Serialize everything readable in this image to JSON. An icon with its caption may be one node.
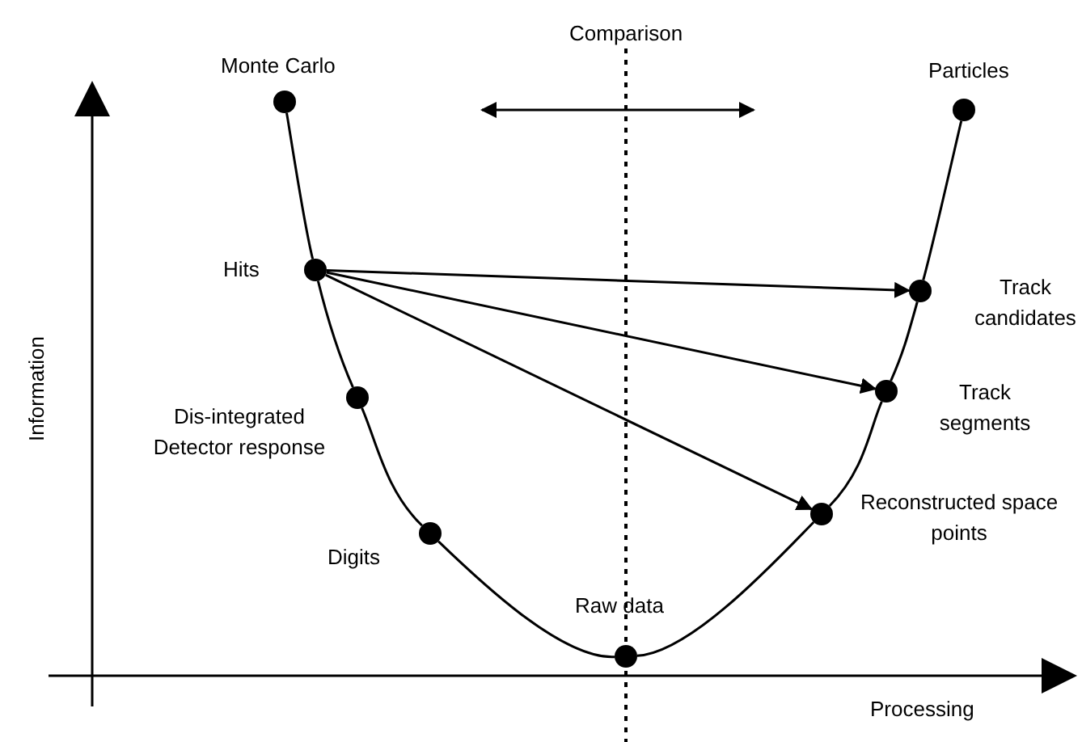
{
  "diagram": {
    "nodes": [
      {
        "text": [],
        "shape": "circle",
        "beside": [
          "Monte Carlo"
        ]
      },
      {
        "text": [],
        "shape": "circle",
        "beside": [
          "Hits"
        ]
      },
      {
        "text": [],
        "shape": "circle",
        "beside": [
          "Dis-integrated Detector response"
        ]
      },
      {
        "text": [],
        "shape": "circle",
        "beside": [
          "Digits"
        ]
      },
      {
        "text": [],
        "shape": "circle",
        "beside": [
          "Raw data"
        ]
      },
      {
        "text": [],
        "shape": "circle",
        "beside": [
          "Reconstructed space points"
        ]
      },
      {
        "text": [],
        "shape": "circle",
        "beside": [
          "Track segments"
        ]
      },
      {
        "text": [],
        "shape": "circle",
        "beside": [
          "Track candidates"
        ]
      },
      {
        "text": [],
        "shape": "circle",
        "beside": [
          "Particles"
        ]
      }
    ],
    "edges": [
      {
        "from": 0,
        "to": 1,
        "arrow": "none"
      },
      {
        "from": 1,
        "to": 2,
        "arrow": "none"
      },
      {
        "from": 2,
        "to": 3,
        "arrow": "none"
      },
      {
        "from": 3,
        "to": 4,
        "arrow": "none"
      },
      {
        "from": 4,
        "to": 5,
        "arrow": "none"
      },
      {
        "from": 5,
        "to": 6,
        "arrow": "none"
      },
      {
        "from": 6,
        "to": 7,
        "arrow": "none"
      },
      {
        "from": 7,
        "to": 8,
        "arrow": "none"
      },
      {
        "from": 1,
        "to": 7,
        "arrow": "to"
      },
      {
        "from": 1,
        "to": 6,
        "arrow": "to"
      },
      {
        "from": 1,
        "to": 5,
        "arrow": "to"
      }
    ],
    "labels": [
      "Comparison",
      "Information",
      "Processing"
    ]
  }
}
